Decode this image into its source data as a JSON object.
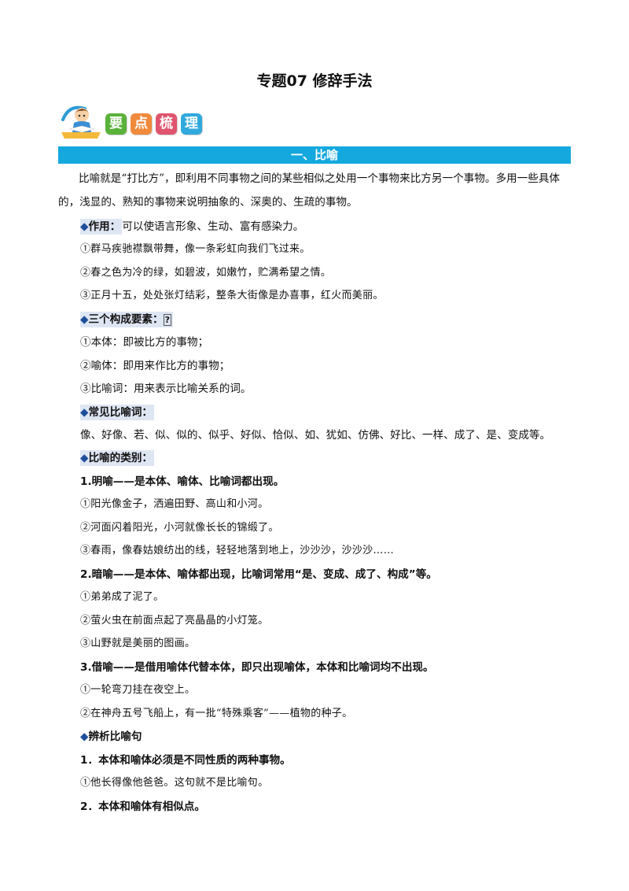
{
  "title": "专题07  修辞手法",
  "banner": {
    "chips": [
      "要",
      "点",
      "梳",
      "理"
    ],
    "colors": [
      "#5ab23a",
      "#f08a3c",
      "#e0546e",
      "#30a9dd"
    ]
  },
  "section": {
    "title": "一、比喻"
  },
  "intro": "比喻就是“打比方”，即利用不同事物之间的某些相似之处用一个事物来比方另一个事物。多用一些具体的，浅显的、熟知的事物来说明抽象的、深奥的、生疏的事物。",
  "zuoyong": {
    "marker": "◆",
    "label": "作用：",
    "text": "可以使语言形象、生动、富有感染力。",
    "examples": [
      "①群马疾驰襟飘带舞，像一条彩虹向我们飞过来。",
      "②春之色为冷的绿，如碧波，如嫩竹，贮满希望之情。",
      "③正月十五，处处张灯结彩，整条大街像是办喜事，红火而美丽。"
    ]
  },
  "yaosu": {
    "marker": "◆",
    "label": "三个构成要素：",
    "glyph": "?",
    "items": [
      "①本体：即被比方的事物；",
      "②喻体：即用来作比方的事物；",
      "③比喻词：用来表示比喻关系的词。"
    ]
  },
  "changjian": {
    "marker": "◆",
    "label": "常见比喻词：",
    "words": "像、好像、若、似、似的、似乎、好似、恰似、如、犹如、仿佛、好比、一样、成了、是、变成等。"
  },
  "leibie": {
    "marker": "◆",
    "label": "比喻的类别：",
    "mingyu": {
      "head": "1.明喻——是本体、喻体、比喻词都出现。",
      "examples": [
        "①阳光像金子，洒遍田野、高山和小河。",
        "②河面闪着阳光，小河就像长长的锦缎了。",
        "③春雨，像春姑娘纺出的线，轻轻地落到地上，沙沙沙，沙沙沙……"
      ]
    },
    "anyu": {
      "head": "2.暗喻——是本体、喻体都出现，比喻词常用“是、变成、成了、构成”等。",
      "examples": [
        "①弟弟成了泥了。",
        "②萤火虫在前面点起了亮晶晶的小灯笼。",
        "③山野就是美丽的图画。"
      ]
    },
    "jieyu": {
      "head": "3.借喻——是借用喻体代替本体，即只出现喻体，本体和比喻词均不出现。",
      "examples": [
        "①一轮弯刀挂在夜空上。",
        "②在神舟五号飞船上，有一批“特殊乘客”——植物的种子。"
      ]
    }
  },
  "bianxi": {
    "marker": "◆",
    "label": "辨析比喻句",
    "p1": "1．本体和喻体必须是不同性质的两种事物。",
    "p1_example": "①他长得像他爸爸。这句就不是比喻句。",
    "p2": "2．本体和喻体有相似点。"
  }
}
